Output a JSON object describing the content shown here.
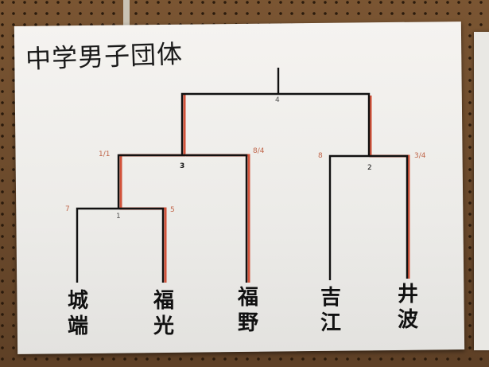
{
  "title": "中学男子団体",
  "teams": [
    {
      "line1": "城",
      "line2": "端"
    },
    {
      "line1": "福",
      "line2": "光"
    },
    {
      "line1": "福",
      "line2": "野"
    },
    {
      "line1": "吉",
      "line2": "江"
    },
    {
      "line1": "井",
      "line2": "波"
    }
  ],
  "scores": {
    "final": "4",
    "semi_left_mark": "3",
    "semi_right_mark": "2",
    "left_top": "1/1",
    "right_top_a": "8/4",
    "left_mid": "8",
    "right_mid": "3/4",
    "r1_left": "7",
    "r1_right": "5",
    "r1_match": "1"
  },
  "colors": {
    "paper": "#f2f1ee",
    "line": "#111111",
    "winner_line": "#d2523a",
    "board": "#6b4a2b"
  }
}
